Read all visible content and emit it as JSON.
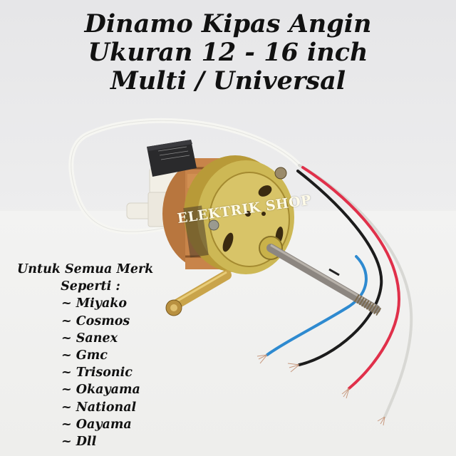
{
  "title": {
    "lines": [
      "Dinamo Kipas Angin",
      "Ukuran 12 - 16 inch",
      "Multi / Universal"
    ]
  },
  "watermark": "ELEKTRIK SHOP",
  "compatibility": {
    "heading_line1": "Untuk Semua Merk",
    "heading_line2": "Seperti :",
    "brands": [
      "~ Miyako",
      "~ Cosmos",
      "~ Sanex",
      "~ Gmc",
      "~ Trisonic",
      "~ Okayama",
      "~ National",
      "~ Oayama",
      "~ Dll"
    ]
  },
  "product": {
    "name": "fan-motor",
    "wire_colors": {
      "white_cable": "#f4f4f0",
      "blue": "#2e8ad0",
      "black": "#1a1a1a",
      "red": "#e0304a",
      "grey": "#d6d6d2"
    },
    "body_colors": {
      "copper": "#c8844a",
      "brass": "#c9b24a",
      "capacitor": "#2a2a2c"
    }
  }
}
